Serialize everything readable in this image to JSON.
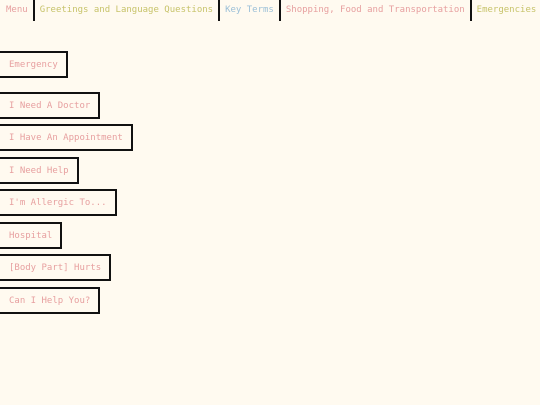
{
  "nav": {
    "items": [
      {
        "label": "Menu"
      },
      {
        "label": "Greetings and Language Questions"
      },
      {
        "label": "Key Terms"
      },
      {
        "label": "Shopping, Food and Transportation"
      },
      {
        "label": "Emergencies"
      }
    ]
  },
  "section": {
    "title_button": "Emergency"
  },
  "phrases": [
    {
      "label": "I Need A Doctor"
    },
    {
      "label": "I Have An Appointment"
    },
    {
      "label": "I Need Help"
    },
    {
      "label": "I'm Allergic To..."
    },
    {
      "label": "Hospital"
    },
    {
      "label": "[Body Part] Hurts"
    },
    {
      "label": "Can I Help You?"
    }
  ],
  "colors": {
    "background": "#fffaf0",
    "pink_text": "#e7a0a0",
    "olive_text": "#c7c36a",
    "blue_text": "#9cc0d8",
    "border": "#111111"
  }
}
